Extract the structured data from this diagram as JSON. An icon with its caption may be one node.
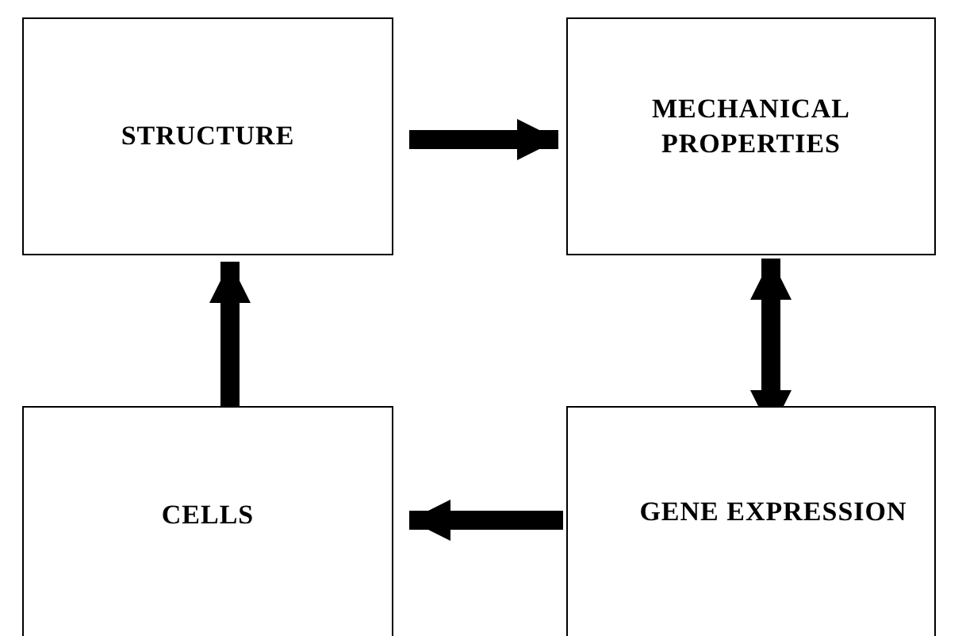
{
  "diagram": {
    "nodes": [
      {
        "text": [
          "STRUCTURE"
        ]
      },
      {
        "text": [
          "MECHANICAL PROPERTIES"
        ]
      },
      {
        "text": [
          "CELLS"
        ]
      },
      {
        "text": [
          "GENE EXPRESSION"
        ]
      }
    ],
    "edges": [
      {
        "from": 0,
        "to": 1,
        "arrow": "to"
      },
      {
        "from": 1,
        "to": 3,
        "arrow": "both"
      },
      {
        "from": 3,
        "to": 2,
        "arrow": "to"
      },
      {
        "from": 2,
        "to": 0,
        "arrow": "to"
      }
    ]
  }
}
